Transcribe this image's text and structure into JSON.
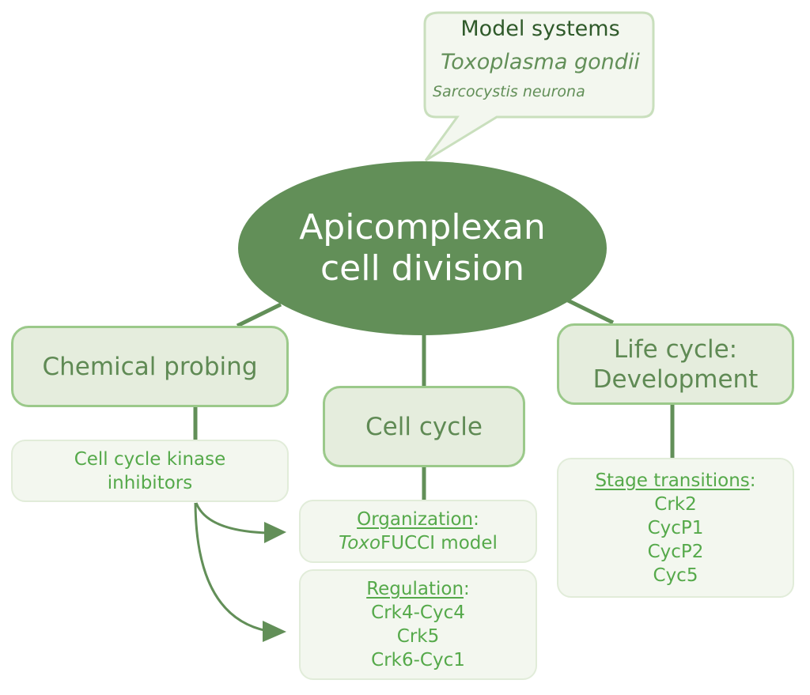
{
  "central": {
    "line1": "Apicomplexan",
    "line2": "cell division"
  },
  "callout": {
    "title": "Model systems",
    "species1": "Toxoplasma gondii",
    "species2": "Sarcocystis neurona"
  },
  "branches": {
    "chemical": {
      "label": "Chemical probing",
      "sub": {
        "line1": "Cell cycle kinase",
        "line2": "inhibitors"
      }
    },
    "cellcycle": {
      "label": "Cell cycle",
      "organization": {
        "heading": "Organization",
        "colon": ":",
        "italic_prefix": "Toxo",
        "rest": "FUCCI model"
      },
      "regulation": {
        "heading": "Regulation",
        "colon": ":",
        "items": [
          "Crk4-Cyc4",
          "Crk5",
          "Crk6-Cyc1"
        ]
      }
    },
    "lifecycle": {
      "line1": "Life cycle:",
      "line2": "Development",
      "stage": {
        "heading": "Stage transitions",
        "colon": ":",
        "items": [
          "Crk2",
          "CycP1",
          "CycP2",
          "Cyc5"
        ]
      }
    }
  },
  "colors": {
    "dark_green": "#628f58",
    "box_border": "#9bc98a",
    "box_fill": "#e5eddd",
    "sub_fill": "#f3f7ef",
    "sub_text": "#55a94a",
    "callout_title": "#2f5a2a"
  }
}
